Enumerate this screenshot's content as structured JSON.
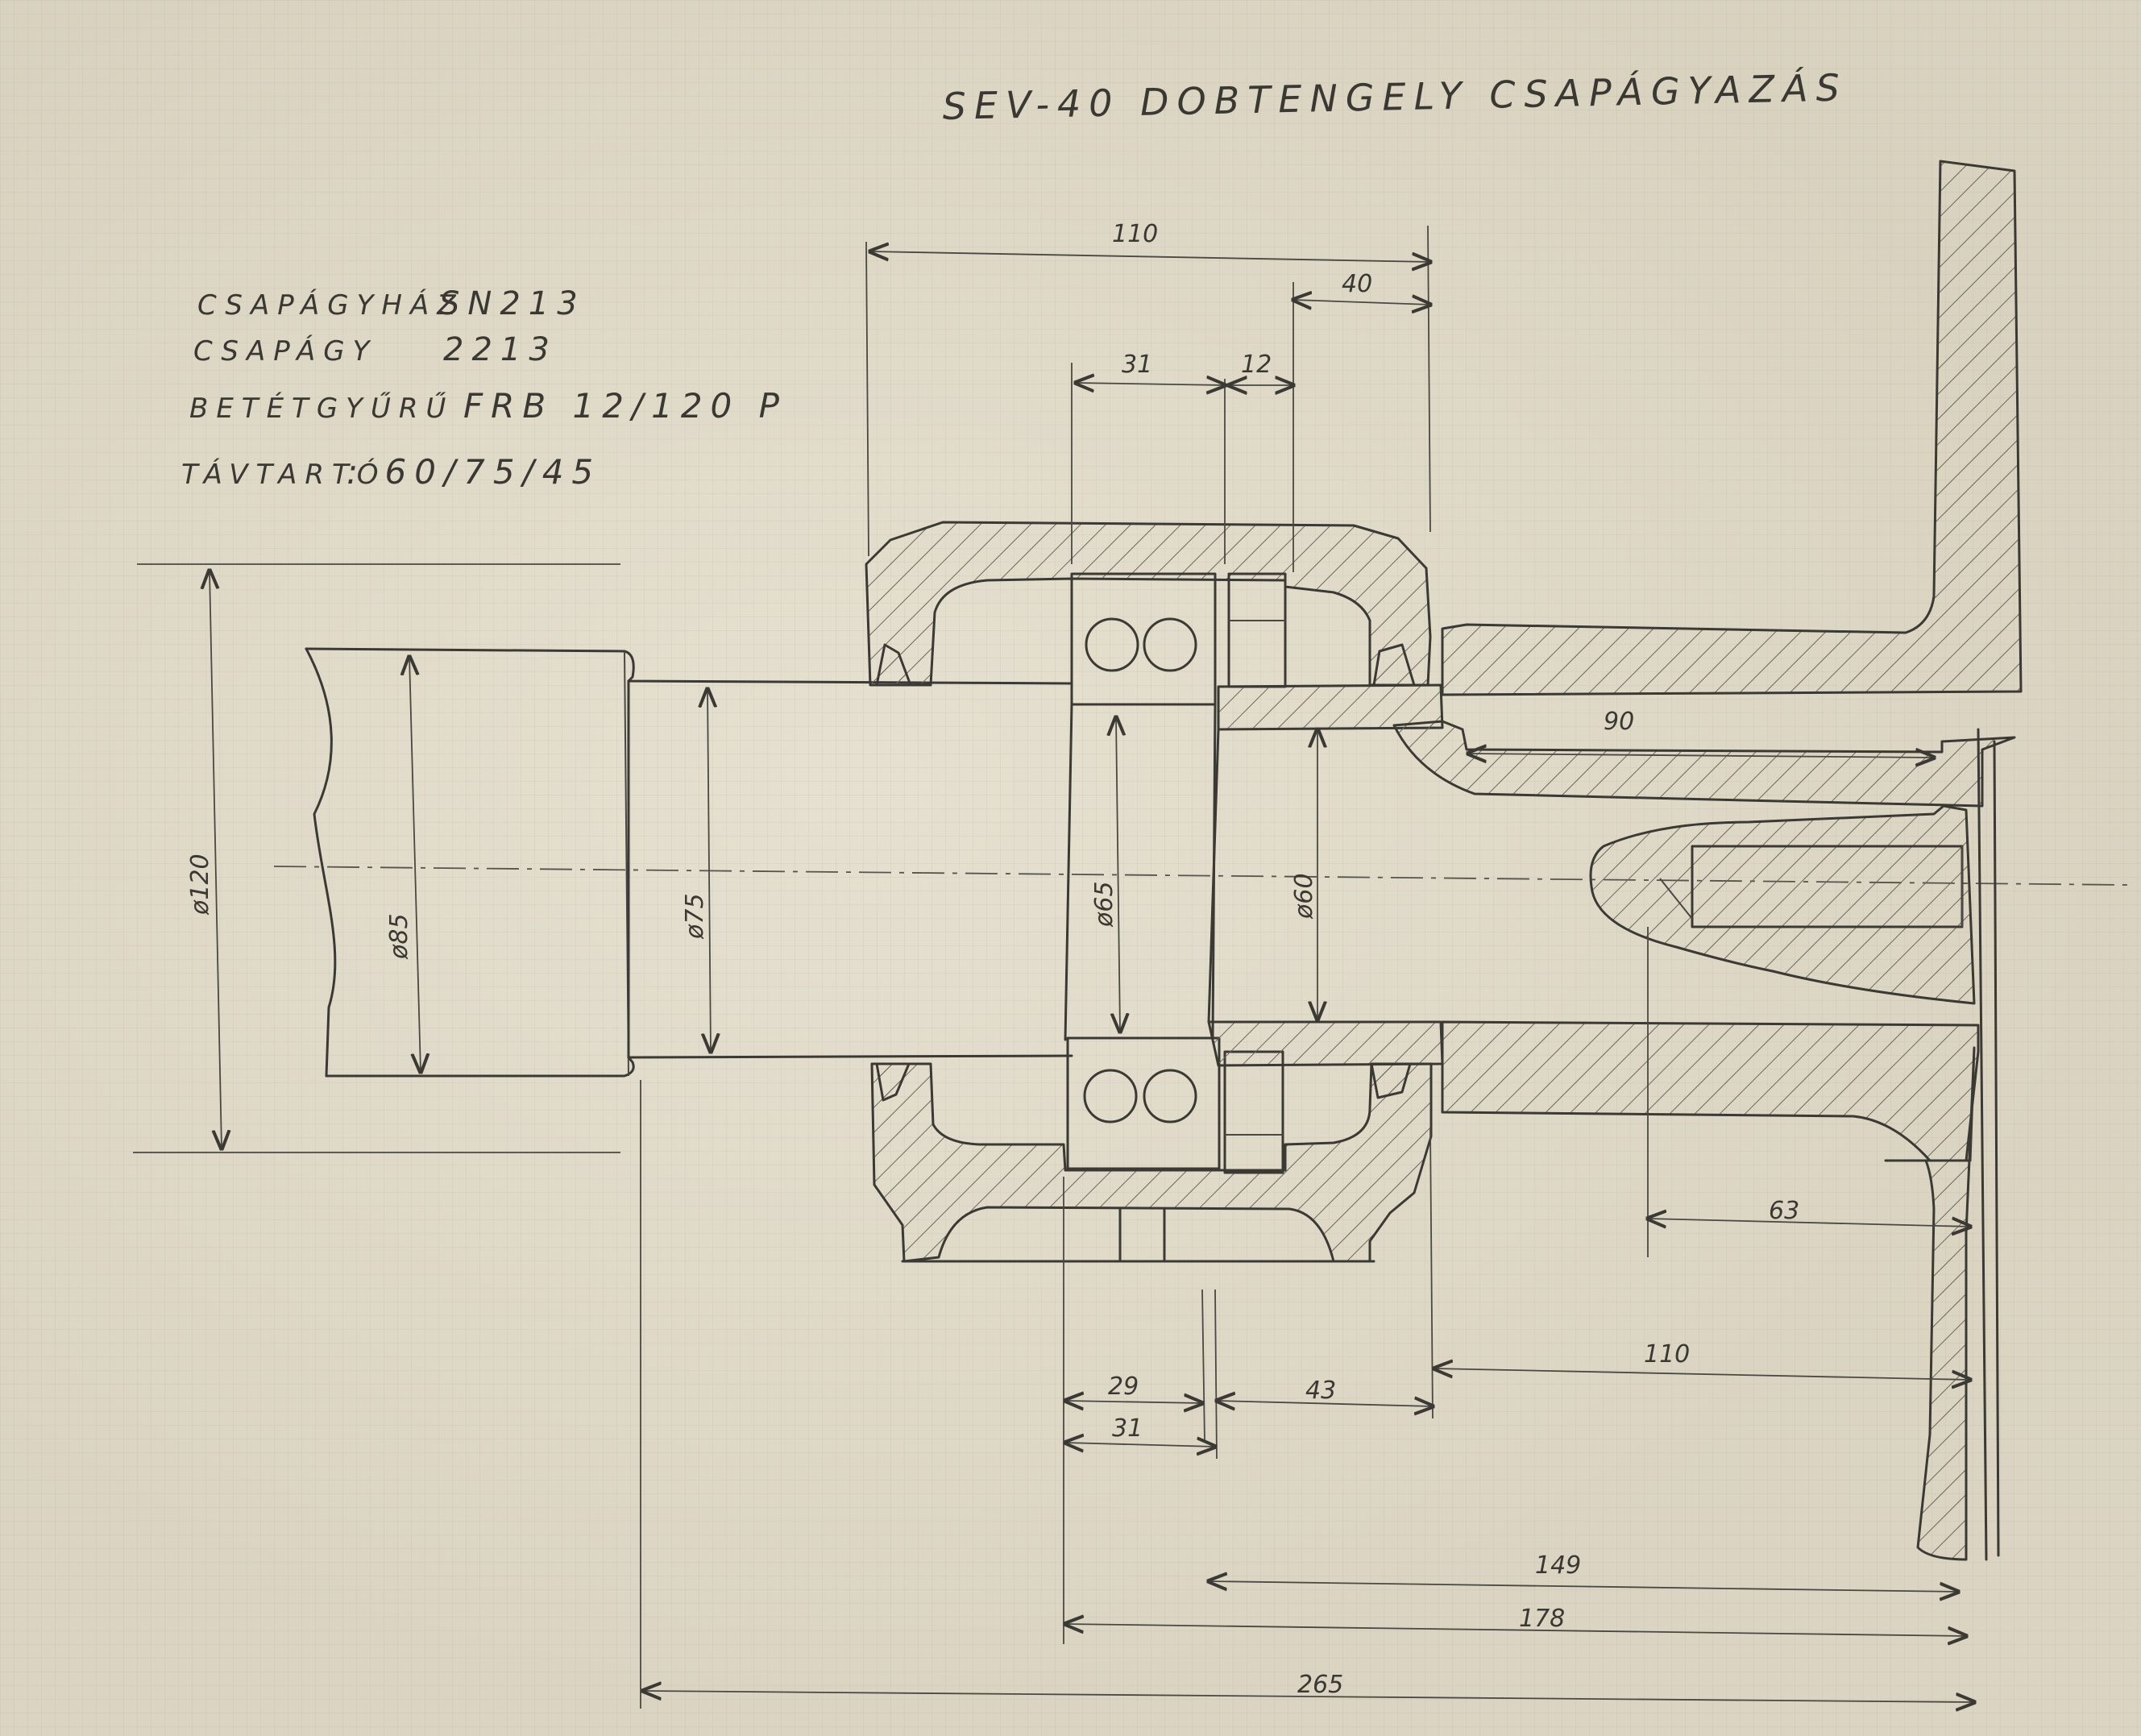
{
  "title": "SEV-40 DOBTENGELY CSAPÁGYAZÁS",
  "specs": [
    {
      "label": "CSAPÁGYHÁZ",
      "value": "SN213"
    },
    {
      "label": "CSAPÁGY",
      "value": "2213"
    },
    {
      "label": "BETÉTGYŰRŰ",
      "value": "FRB 12/120 P"
    },
    {
      "label": "TÁVTARTÓ",
      "value": ": 60/75/45"
    }
  ],
  "dimensions": {
    "top_110": "110",
    "top_40": "40",
    "top_31": "31",
    "top_12": "12",
    "d120": "ø120",
    "d85": "ø85",
    "d75": "ø75",
    "d65": "ø65",
    "d60": "ø60",
    "len_90": "90",
    "len_63": "63",
    "len_110_lower": "110",
    "len_29": "29",
    "len_43": "43",
    "len_31_lower": "31",
    "len_149": "149",
    "len_178": "178",
    "len_265": "265"
  }
}
